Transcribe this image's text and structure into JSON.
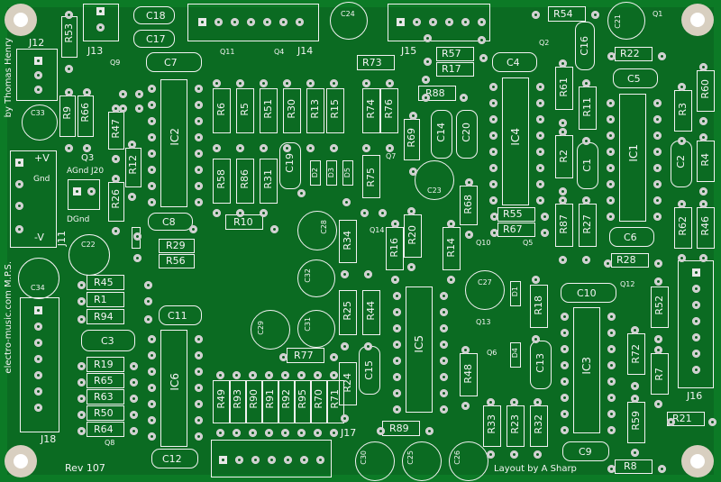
{
  "board": {
    "author_text": "by Thomas Henry",
    "site_text": "electro-music.com M.P.S.",
    "layout_text": "Layout by A Sharp",
    "revision": "Rev 107"
  },
  "connectors": {
    "J12": "J12",
    "J13": "J13",
    "J14": "J14",
    "J15": "J15",
    "J16": "J16",
    "J17": "J17",
    "J18": "J18",
    "J11": "J11",
    "J20": "J20"
  },
  "power_labels": {
    "pos": "+V",
    "gnd": "Gnd",
    "neg": "-V",
    "agnd": "AGnd",
    "dgnd": "DGnd"
  },
  "ics": {
    "IC1": "IC1",
    "IC2": "IC2",
    "IC3": "IC3",
    "IC4": "IC4",
    "IC5": "IC5",
    "IC6": "IC6"
  },
  "parts": {
    "R53": "R53",
    "R9": "R9",
    "R66": "R66",
    "R47": "R47",
    "R12": "R12",
    "R26": "R26",
    "R29": "R29",
    "R56": "R56",
    "R45": "R45",
    "R1": "R1",
    "R94": "R94",
    "R19": "R19",
    "R65": "R65",
    "R63": "R63",
    "R50": "R50",
    "R64": "R64",
    "R6": "R6",
    "R5": "R5",
    "R51": "R51",
    "R30": "R30",
    "R13": "R13",
    "R15": "R15",
    "R58": "R58",
    "R86": "R86",
    "R31": "R31",
    "R10": "R10",
    "R74": "R74",
    "R76": "R76",
    "R73": "R73",
    "R57": "R57",
    "R17": "R17",
    "R88": "R88",
    "R69": "R69",
    "R75": "R75",
    "R34": "R34",
    "R16": "R16",
    "R20": "R20",
    "R14": "R14",
    "R68": "R68",
    "R25": "R25",
    "R44": "R44",
    "R77": "R77",
    "R24": "R24",
    "R49": "R49",
    "R93": "R93",
    "R90": "R90",
    "R91": "R91",
    "R92": "R92",
    "R95": "R95",
    "R70": "R70",
    "R71": "R71",
    "R89": "R89",
    "R54": "R54",
    "R22": "R22",
    "R61": "R61",
    "R11": "R11",
    "R2": "R2",
    "R87": "R87",
    "R27": "R27",
    "R55": "R55",
    "R67": "R67",
    "R18": "R18",
    "R48": "R48",
    "R33": "R33",
    "R23": "R23",
    "R32": "R32",
    "R3": "R3",
    "R60": "R60",
    "R4": "R4",
    "R62": "R62",
    "R46": "R46",
    "R28": "R28",
    "R52": "R52",
    "R72": "R72",
    "R7": "R7",
    "R59": "R59",
    "R21": "R21",
    "R8": "R8",
    "C18": "C18",
    "C17": "C17",
    "C7": "C7",
    "C8": "C8",
    "C11": "C11",
    "C3": "C3",
    "C12": "C12",
    "C19": "C19",
    "C14": "C14",
    "C20": "C20",
    "C4": "C4",
    "C15": "C15",
    "C16": "C16",
    "C5": "C5",
    "C1": "C1",
    "C2": "C2",
    "C6": "C6",
    "C10": "C10",
    "C13": "C13",
    "C9": "C9",
    "C24": "C24",
    "C21": "C21",
    "C33": "C33",
    "C22": "C22",
    "C34": "C34",
    "C23": "C23",
    "C28": "C28",
    "C32": "C32",
    "C29": "C29",
    "C31": "C31",
    "C27": "C27",
    "C30": "C30",
    "C25": "C25",
    "C26": "C26",
    "Q1": "Q1",
    "Q2": "Q2",
    "Q3": "Q3",
    "Q4": "Q4",
    "Q5": "Q5",
    "Q6": "Q6",
    "Q7": "Q7",
    "Q8": "Q8",
    "Q9": "Q9",
    "Q10": "Q10",
    "Q11": "Q11",
    "Q12": "Q12",
    "Q13": "Q13",
    "Q14": "Q14",
    "D1": "D1",
    "D2": "D2",
    "D3": "D3",
    "D4": "D4",
    "D5": "D5"
  }
}
